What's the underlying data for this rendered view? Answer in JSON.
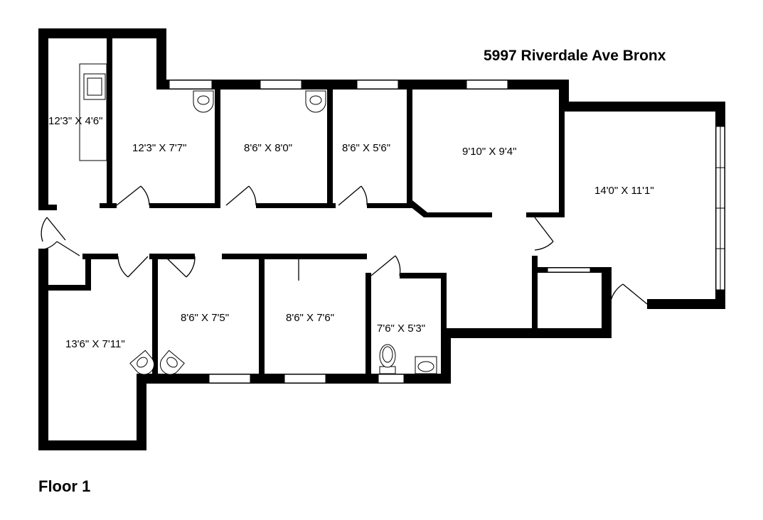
{
  "title": "5997 Riverdale Ave Bronx",
  "floor_label": "Floor 1",
  "rooms": [
    {
      "id": "r1",
      "dimensions": "12'3\" X 4'6\""
    },
    {
      "id": "r2",
      "dimensions": "12'3\" X 7'7\""
    },
    {
      "id": "r3",
      "dimensions": "8'6\" X 8'0\""
    },
    {
      "id": "r4",
      "dimensions": "8'6\" X 5'6\""
    },
    {
      "id": "r5",
      "dimensions": "9'10\" X 9'4\""
    },
    {
      "id": "r6",
      "dimensions": "14'0\" X 11'1\""
    },
    {
      "id": "r7",
      "dimensions": "13'6\" X 7'11\""
    },
    {
      "id": "r8",
      "dimensions": "8'6\" X 7'5\""
    },
    {
      "id": "r9",
      "dimensions": "8'6\" X 7'6\""
    },
    {
      "id": "r10",
      "dimensions": "7'6\" X 5'3\""
    }
  ]
}
